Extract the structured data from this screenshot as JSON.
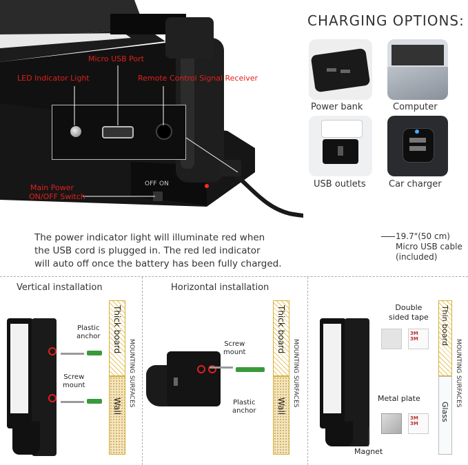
{
  "top": {
    "labels": {
      "micro_usb_port": "Micro USB Port",
      "led_indicator": "LED Indicator Light",
      "remote_receiver": "Remote Control Signal Receiver",
      "off": "OFF",
      "on": "ON",
      "main_power_1": "Main Power",
      "main_power_2": "ON/OFF Switch"
    },
    "description": [
      "The power indicator light will illuminate red when",
      "the USB cord is plugged in. The red led indicator",
      "will auto off once the battery has been fully charged."
    ],
    "cable": [
      "19.7\"(50 cm)",
      "Micro USB cable",
      "(included)"
    ]
  },
  "charging": {
    "title": "CHARGING OPTIONS:",
    "options": [
      "Power bank",
      "Computer",
      "USB outlets",
      "Car charger"
    ]
  },
  "install": {
    "vertical": {
      "title": "Vertical installation",
      "plastic_anchor": [
        "Plastic",
        "anchor"
      ],
      "screw_mount": [
        "Screw",
        "mount"
      ],
      "surface_top": "Thick board",
      "surface_bottom": "Wall",
      "mounting": "MOUNTING SURFACES"
    },
    "horizontal": {
      "title": "Horizontal installation",
      "screw_mount": [
        "Screw",
        "mount"
      ],
      "plastic_anchor": [
        "Plastic",
        "anchor"
      ],
      "surface_top": "Thick board",
      "surface_bottom": "Wall",
      "mounting": "MOUNTING SURFACES"
    },
    "third": {
      "tape": [
        "Double",
        "sided tape"
      ],
      "metal_plate": "Metal plate",
      "magnet": "Magnet",
      "surface_top": "Thin board",
      "surface_bottom": "Glass",
      "mounting": "MOUNTING SURFACES",
      "tape_text": "3M"
    }
  }
}
